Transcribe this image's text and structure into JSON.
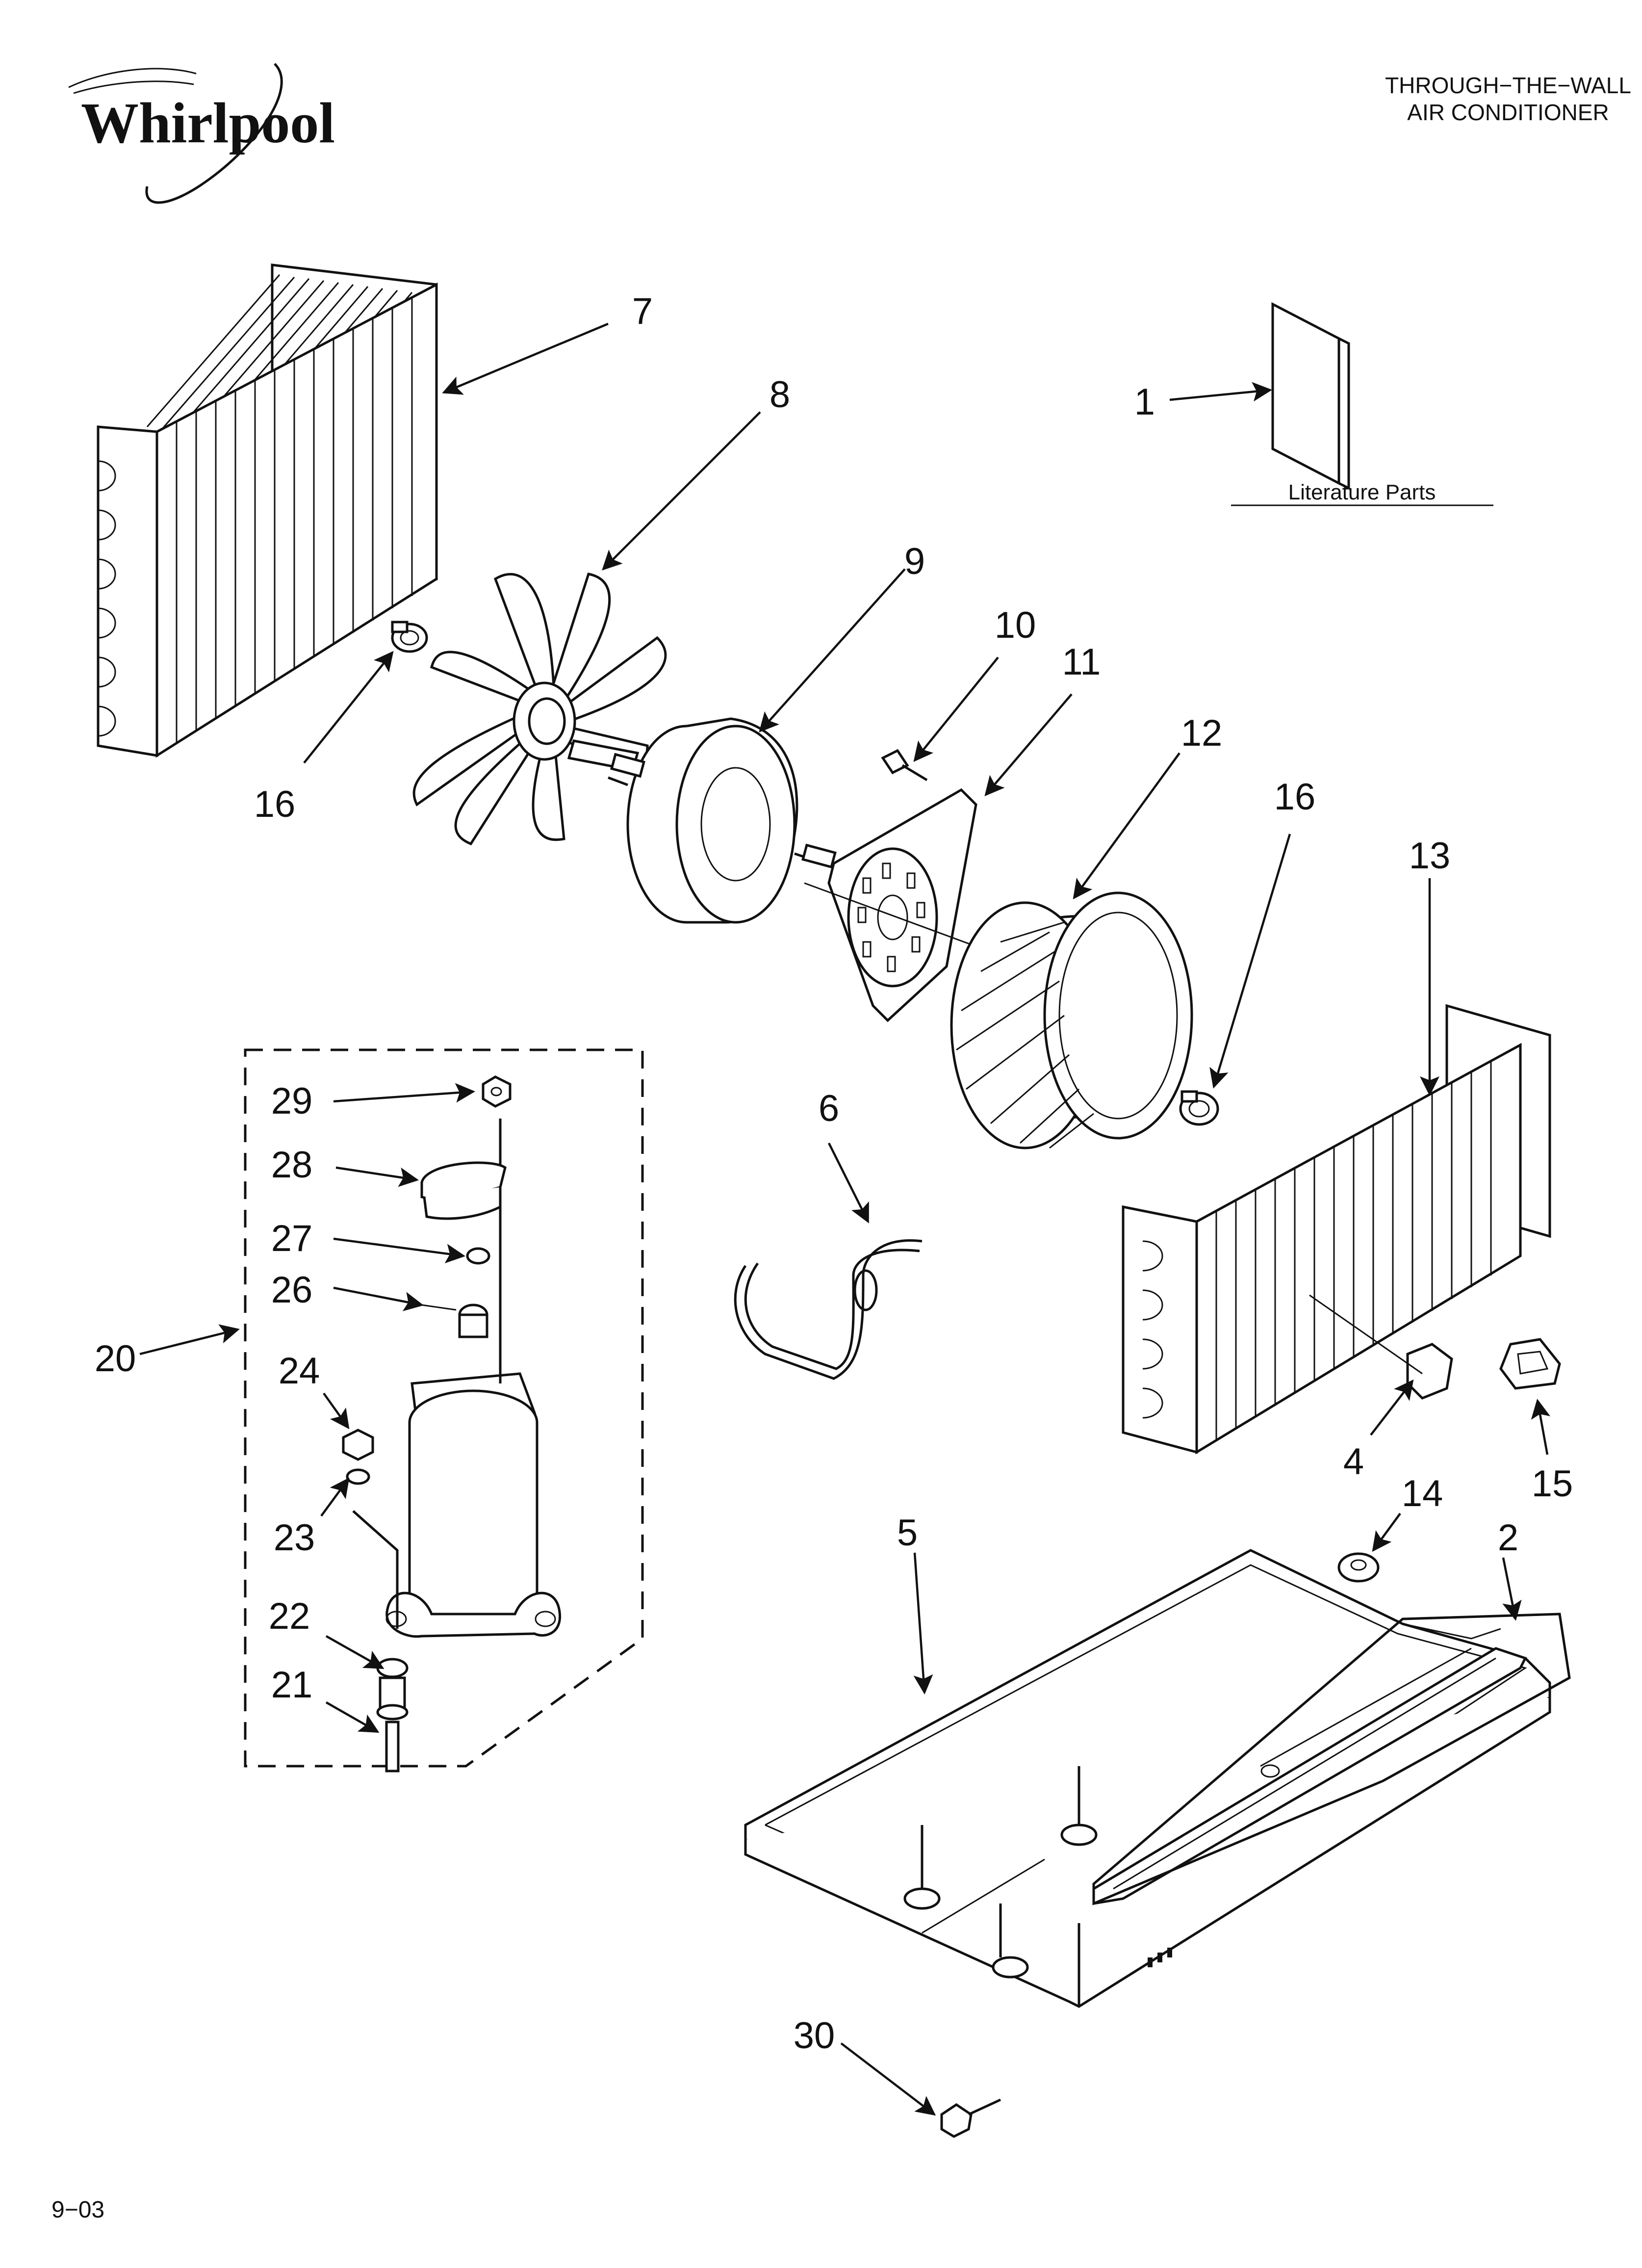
{
  "header": {
    "brand": "Whirlpool",
    "title_line1": "THROUGH−THE−WALL",
    "title_line2": "AIR CONDITIONER"
  },
  "literature_label": "Literature Parts",
  "footer": {
    "date_code": "9−03"
  },
  "callouts": {
    "c1": "1",
    "c2": "2",
    "c4": "4",
    "c5": "5",
    "c6": "6",
    "c7": "7",
    "c8": "8",
    "c9": "9",
    "c10": "10",
    "c11": "11",
    "c12": "12",
    "c13": "13",
    "c14": "14",
    "c15": "15",
    "c16a": "16",
    "c16b": "16",
    "c20": "20",
    "c21": "21",
    "c22": "22",
    "c23": "23",
    "c24": "24",
    "c26": "26",
    "c27": "27",
    "c28": "28",
    "c29": "29",
    "c30": "30"
  }
}
